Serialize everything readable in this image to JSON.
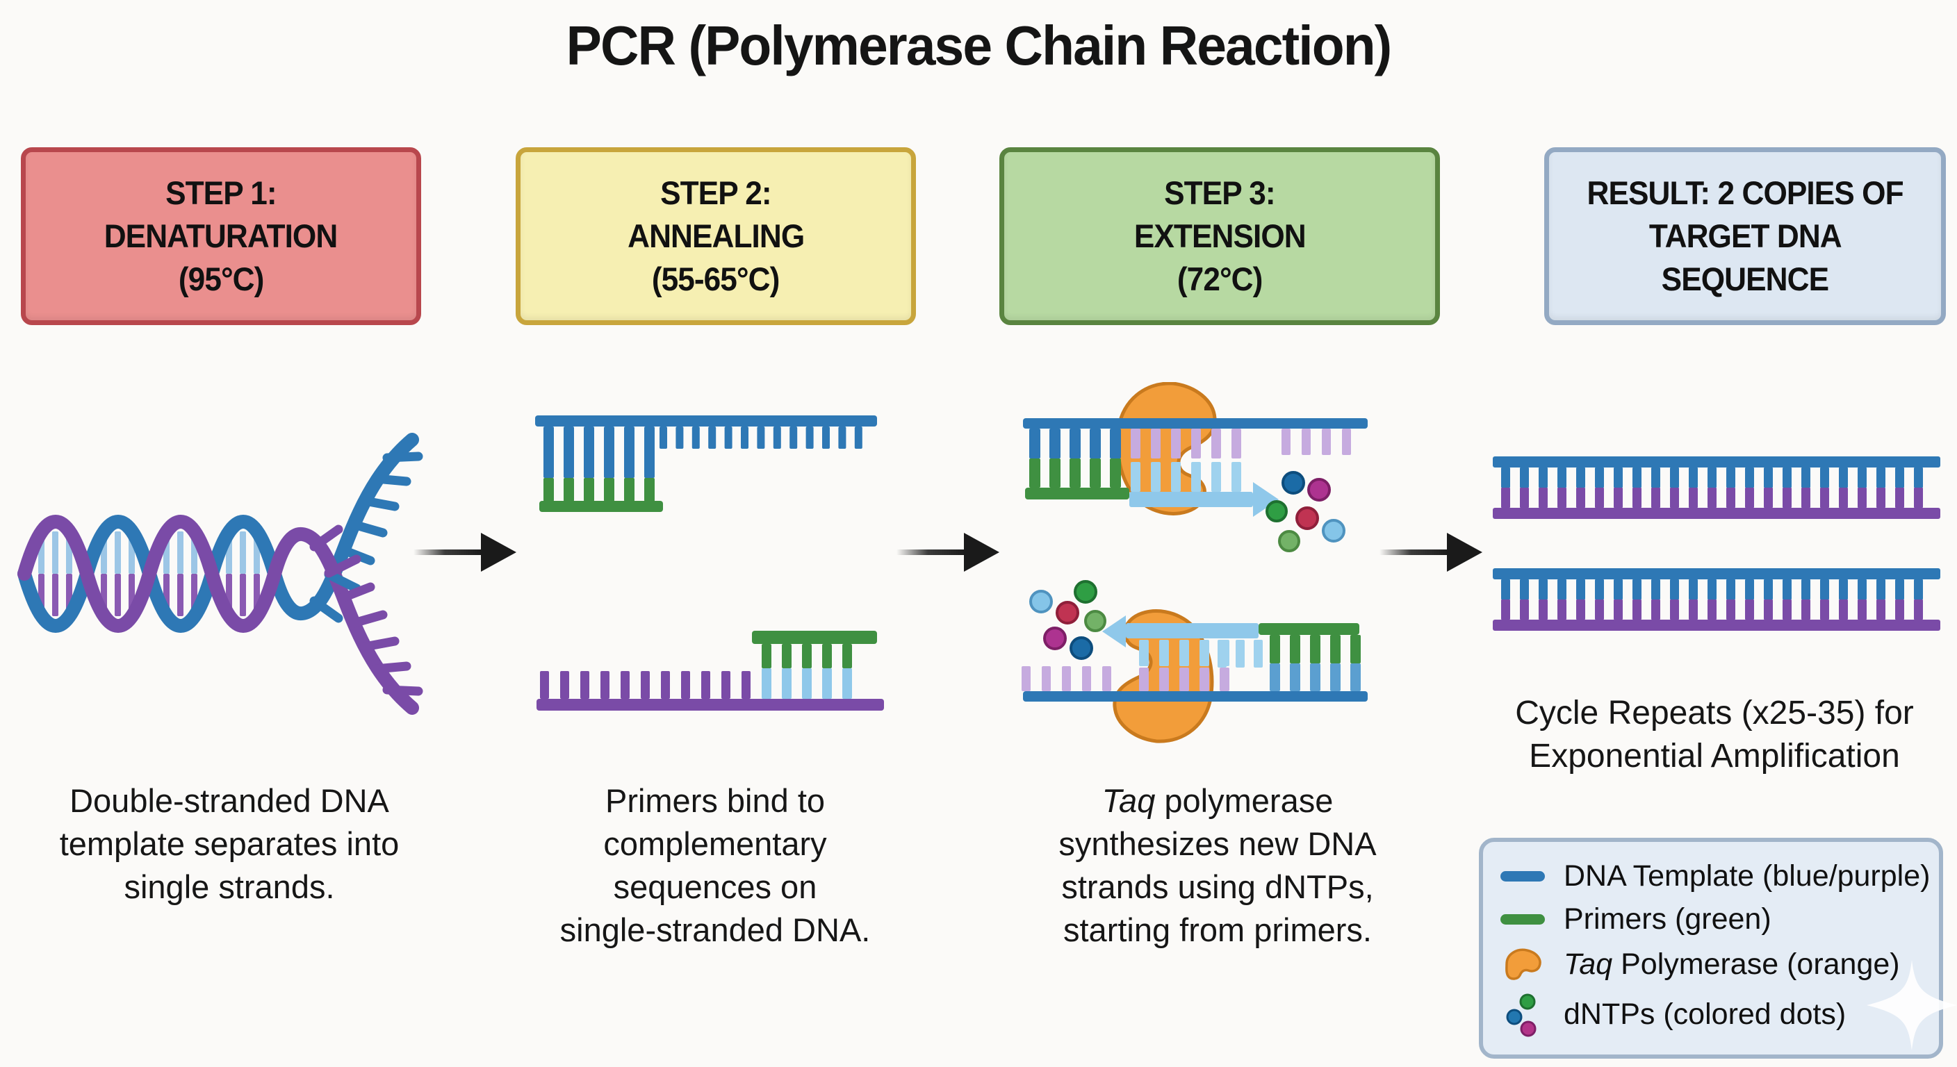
{
  "title": "PCR (Polymerase Chain Reaction)",
  "steps": [
    {
      "lines": [
        "STEP 1:",
        "DENATURATION",
        "(95°C)"
      ],
      "box_fill": "#ea8f8e",
      "box_border": "#b8474d"
    },
    {
      "lines": [
        "STEP 2:",
        "ANNEALING",
        "(55-65°C)"
      ],
      "box_fill": "#f6efb2",
      "box_border": "#c8a53c"
    },
    {
      "lines": [
        "STEP 3:",
        "EXTENSION",
        "(72°C)"
      ],
      "box_fill": "#b7d9a2",
      "box_border": "#5a8440"
    },
    {
      "lines": [
        "RESULT: 2 COPIES OF",
        "TARGET DNA",
        "SEQUENCE"
      ],
      "box_fill": "#dde7f2",
      "box_border": "#93a9c3"
    }
  ],
  "captions": {
    "step1": [
      "Double-stranded DNA",
      "template separates into",
      "single strands."
    ],
    "step2": [
      "Primers bind to",
      "complementary",
      "sequences on",
      "single-stranded DNA."
    ],
    "step3_italic": "Taq",
    "step3_line1_rest": " polymerase",
    "step3": [
      "synthesizes new DNA",
      "strands using dNTPs,",
      "starting from primers."
    ],
    "result": [
      "Cycle Repeats (x25-35) for",
      "Exponential Amplification"
    ]
  },
  "legend": {
    "items": [
      {
        "label": "DNA Template (blue/purple)",
        "swatch": "blue-bar"
      },
      {
        "label": "Primers (green)",
        "swatch": "green-bar"
      },
      {
        "italic": "Taq",
        "label_rest": " Polymerase (orange)",
        "swatch": "orange-bean"
      },
      {
        "label": "dNTPs (colored dots)",
        "swatch": "colored-dots"
      }
    ]
  },
  "colors": {
    "background": "#fbfaf8",
    "dna_blue": "#2e78b5",
    "dna_purple": "#7a4ba7",
    "primer_green": "#3f9041",
    "new_strand_light_blue": "#8fc8ea",
    "unpaired_lavender": "#c6abdf",
    "helix_rung_light_blue": "#9cc6e6",
    "helix_rung_purple": "#8a5ab2",
    "taq_orange": "#f29d3a",
    "taq_outline": "#c97a1e",
    "flow_arrow_black": "#1a1a1a",
    "dntp_dark_blue": "#1b6ba6",
    "dntp_magenta": "#ad3390",
    "dntp_green": "#2f9e44",
    "dntp_crimson": "#c03352",
    "dntp_light_blue": "#85c5e8",
    "dntp_light_green": "#73b267"
  }
}
